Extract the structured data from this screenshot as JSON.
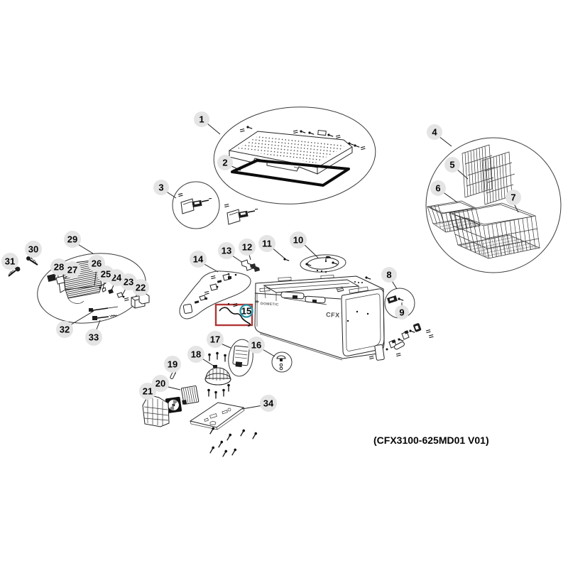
{
  "diagram": {
    "footer_code": "(CFX3100-625MD01 V01)",
    "body": {
      "brand_label": "DOMETIC",
      "model_label": "CFX"
    },
    "highlight": {
      "selected_part": "15",
      "box_color": "#b23636",
      "ring_color": "#2694a8"
    },
    "callouts": [
      {
        "num": "1"
      },
      {
        "num": "2"
      },
      {
        "num": "3"
      },
      {
        "num": "4"
      },
      {
        "num": "5"
      },
      {
        "num": "6"
      },
      {
        "num": "7"
      },
      {
        "num": "8"
      },
      {
        "num": "9"
      },
      {
        "num": "10"
      },
      {
        "num": "11"
      },
      {
        "num": "12"
      },
      {
        "num": "13"
      },
      {
        "num": "14"
      },
      {
        "num": "15"
      },
      {
        "num": "16"
      },
      {
        "num": "17"
      },
      {
        "num": "18"
      },
      {
        "num": "19"
      },
      {
        "num": "20"
      },
      {
        "num": "21"
      },
      {
        "num": "22"
      },
      {
        "num": "23"
      },
      {
        "num": "24"
      },
      {
        "num": "25"
      },
      {
        "num": "26"
      },
      {
        "num": "27"
      },
      {
        "num": "28"
      },
      {
        "num": "29"
      },
      {
        "num": "30"
      },
      {
        "num": "31"
      },
      {
        "num": "32"
      },
      {
        "num": "33"
      },
      {
        "num": "34"
      }
    ]
  }
}
